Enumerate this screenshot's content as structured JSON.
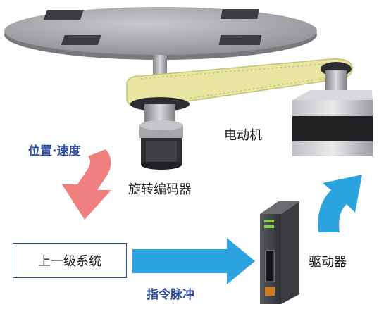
{
  "labels": {
    "position_speed": "位置·速度",
    "motor": "电动机",
    "encoder": "旋转编码器",
    "upper_system": "上一级系统",
    "driver": "驱动器",
    "command_pulse": "指令脉冲"
  },
  "colors": {
    "label_blue": "#2f4fa0",
    "arrow_blue": "#2ba3df",
    "arrow_red": "#f08080",
    "belt_yellow": "#e8e6a0",
    "table_gray": "#a7a9ad"
  }
}
